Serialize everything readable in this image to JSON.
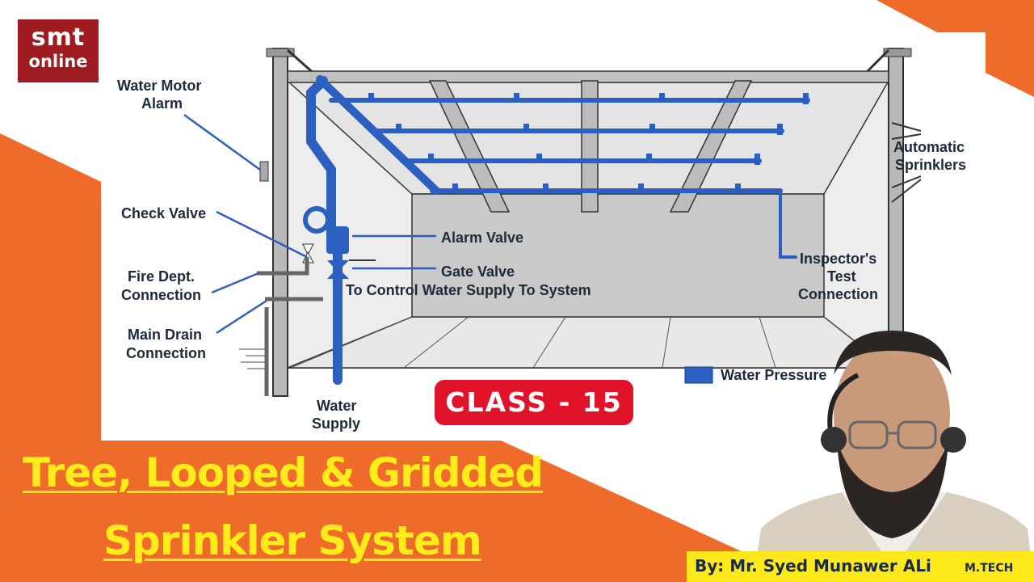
{
  "logo": {
    "line1": "smt",
    "line2": "online"
  },
  "diagram": {
    "labels": {
      "water_motor_alarm_1": "Water Motor",
      "water_motor_alarm_2": "Alarm",
      "check_valve": "Check Valve",
      "fire_dept_1": "Fire Dept.",
      "fire_dept_2": "Connection",
      "main_drain_1": "Main Drain",
      "main_drain_2": "Connection",
      "alarm_valve": "Alarm Valve",
      "gate_valve": "Gate Valve",
      "control_supply": "To Control Water Supply To System",
      "water_supply_1": "Water",
      "water_supply_2": "Supply",
      "automatic_sprinklers_1": "Automatic",
      "automatic_sprinklers_2": "Sprinklers",
      "inspector_1": "Inspector's",
      "inspector_2": "Test",
      "inspector_3": "Connection",
      "legend": "Water Pressure"
    }
  },
  "badge": {
    "text": "CLASS - 15"
  },
  "title": {
    "line1": "Tree, Looped & Gridded",
    "line2": "Sprinkler System"
  },
  "credit": {
    "name": "By: Mr. Syed Munawer ALi",
    "degree": "M.TECH"
  },
  "colors": {
    "orange": "#ee6b2a",
    "pipe": "#2b5fc0",
    "badge": "#e0132b",
    "title": "#ffec1a",
    "logo": "#9e1b1f"
  }
}
